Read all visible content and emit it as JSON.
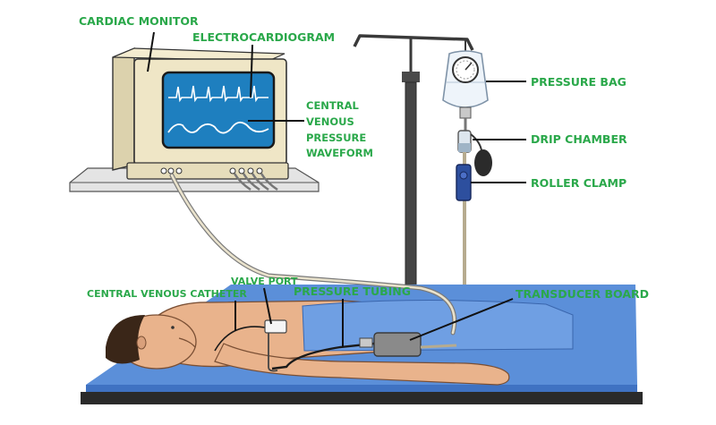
{
  "labels": {
    "cardiac_monitor": "CARDIAC MONITOR",
    "electrocardiogram": "ELECTROCARDIOGRAM",
    "cvp_line1": "CENTRAL",
    "cvp_line2": "VENOUS PRESSURE",
    "cvp_line3": "WAVEFORM",
    "pressure_bag": "PRESSURE BAG",
    "drip_chamber": "DRIP CHAMBER",
    "roller_clamp": "ROLLER CLAMP",
    "valve_port": "VALVE PORT",
    "pressure_tubing": "PRESSURE TUBING",
    "central_venous_catheter": "CENTRAL VENOUS CATHETER",
    "transducer_board": "TRANSDUCER BOARD"
  },
  "colors": {
    "label_green": "#2aa84a",
    "bed_blue": "#5b8fd9",
    "screen_blue": "#1e7fbf",
    "monitor_beige": "#efe6c6"
  }
}
